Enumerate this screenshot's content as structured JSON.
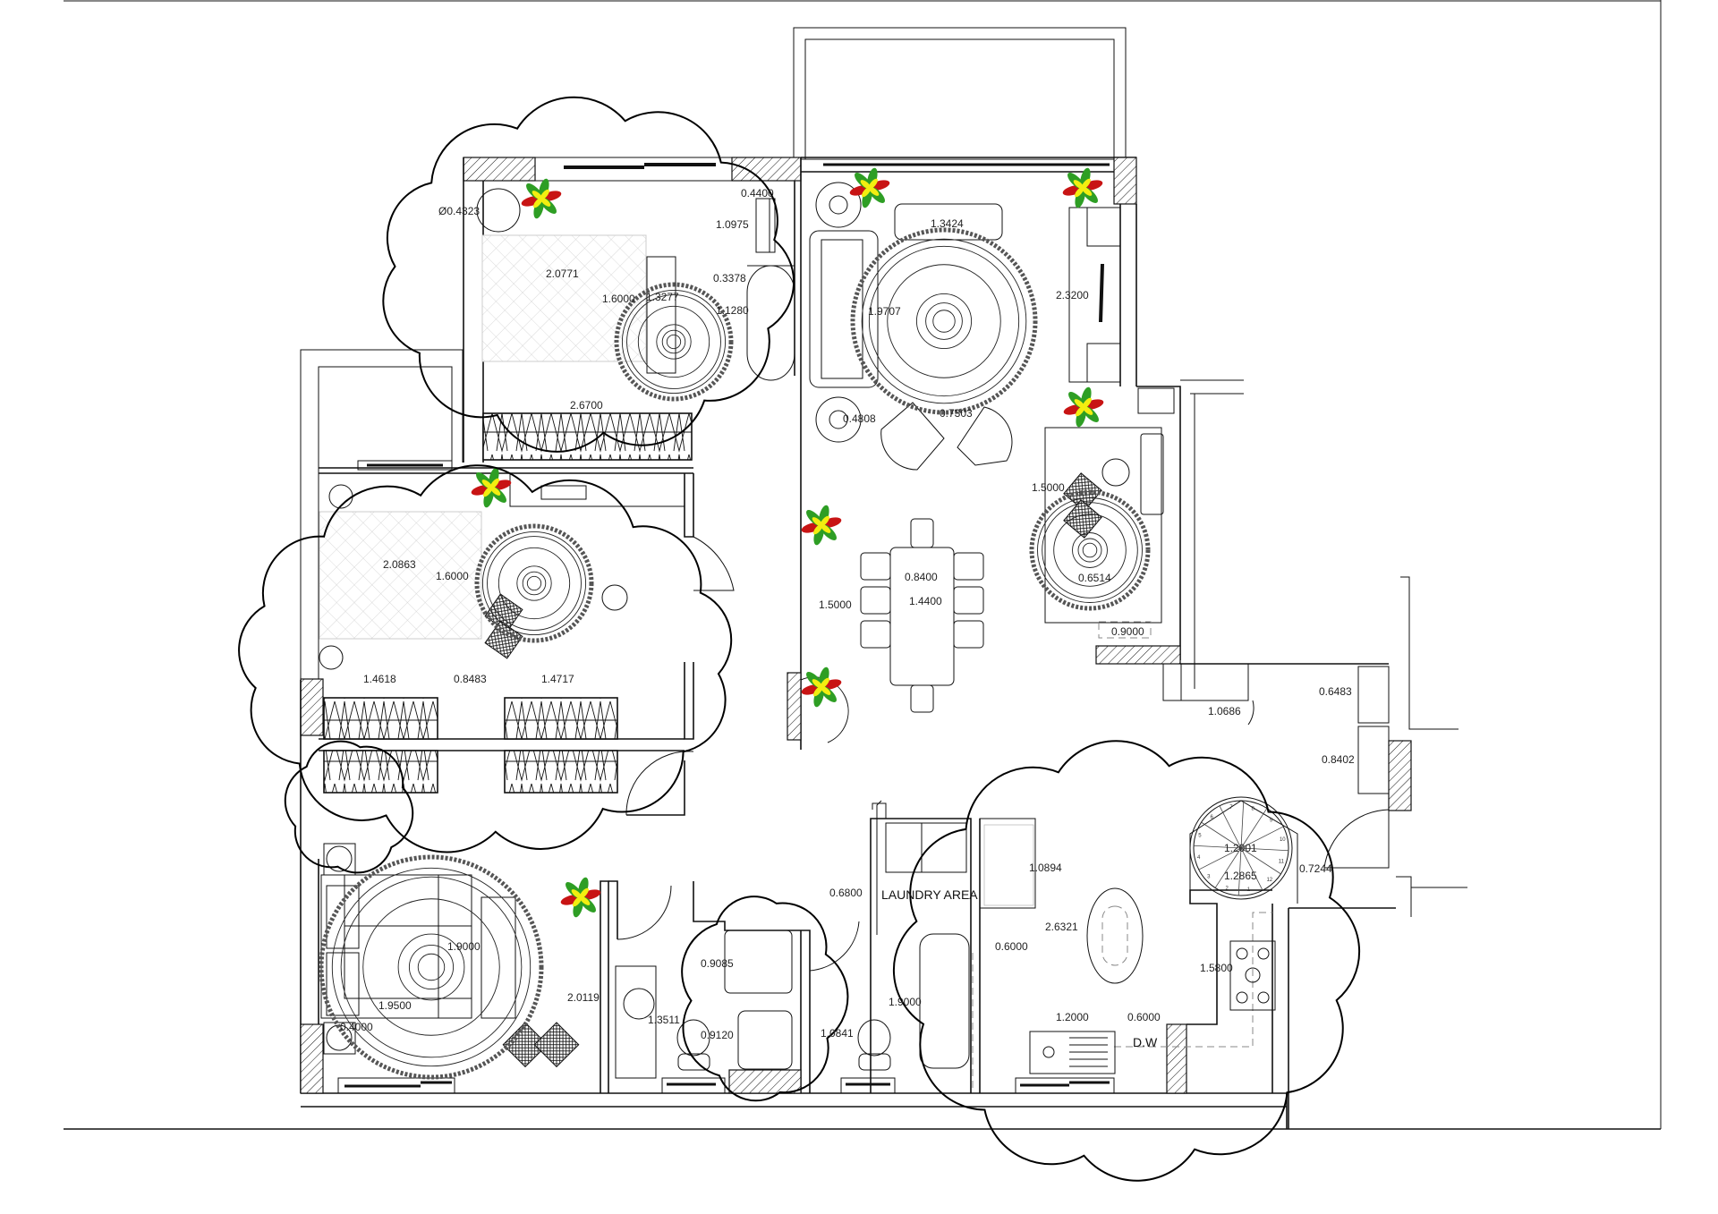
{
  "title": "Apartment floor plan with revision clouds",
  "labels": {
    "laundry": "LAUNDRY AREA",
    "dishwasher": "D.W"
  },
  "dimensions": [
    "Ø0.4323",
    "0.4400",
    "1.0975",
    "2.0771",
    "1.6000",
    "1.3277",
    "0.3378",
    "1.1280",
    "2.6700",
    "1.3424",
    "1.9707",
    "2.3200",
    "0.4808",
    "0.7303",
    "1.5000",
    "0.6514",
    "0.9000",
    "0.8400",
    "1.4400",
    "1.5000",
    "2.0863",
    "1.6000",
    "1.4618",
    "0.8483",
    "1.4717",
    "1.9000",
    "1.9500",
    "0.4000",
    "2.0119",
    "1.3511",
    "0.9085",
    "0.9120",
    "1.0841",
    "0.6800",
    "1.9000",
    "1.0894",
    "2.6321",
    "0.6000",
    "1.2000",
    "0.6000",
    "1.2001",
    "1.2865",
    "0.7244",
    "1.5800",
    "1.0686",
    "0.6483",
    "0.8402"
  ],
  "stairs": {
    "step_numbers": [
      "1",
      "2",
      "3",
      "4",
      "5",
      "6",
      "7",
      "8",
      "9",
      "10",
      "11",
      "12"
    ]
  },
  "colors": {
    "plant_green": "#2e9e24",
    "plant_yellow": "#f2ee10",
    "plant_red": "#c81414",
    "line": "#111111"
  }
}
